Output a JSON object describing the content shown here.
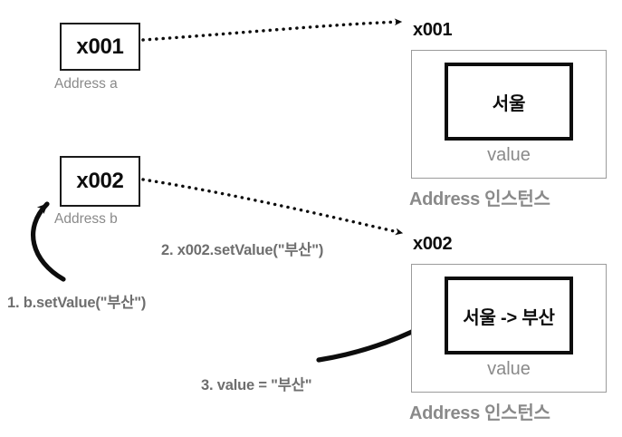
{
  "diagram": {
    "title_hidden": "Address instance reference diagram",
    "colors": {
      "ink": "#0d0d0d",
      "gray_text": "#8a8a8a",
      "step_text": "#6e6e6e",
      "outer_border": "#9b9b9b",
      "background": "#ffffff"
    }
  },
  "variables": [
    {
      "box_label": "x001",
      "sub_label": "Address a"
    },
    {
      "box_label": "x002",
      "sub_label": "Address b"
    }
  ],
  "instances": [
    {
      "title": "x001",
      "inner_text": "서울",
      "value_label": "value",
      "caption": "Address 인스턴스"
    },
    {
      "title": "x002",
      "inner_text": "서울 -> 부산",
      "value_label": "value",
      "caption": "Address 인스턴스"
    }
  ],
  "steps": [
    {
      "text": "1. b.setValue(\"부산\")"
    },
    {
      "text": "2. x002.setValue(\"부산\")"
    },
    {
      "text": "3. value = \"부산\""
    }
  ],
  "connectors": [
    {
      "name": "x001-reference-arrow",
      "style": "dotted"
    },
    {
      "name": "x002-reference-arrow",
      "style": "dotted"
    },
    {
      "name": "step1-curved-arrow",
      "style": "solid"
    },
    {
      "name": "step3-curved-arrow",
      "style": "solid"
    }
  ]
}
